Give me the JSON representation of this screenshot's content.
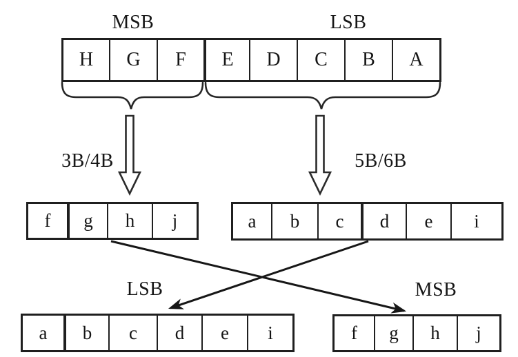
{
  "labels": {
    "top_msb": "MSB",
    "top_lsb": "LSB",
    "enc_3b4b": "3B/4B",
    "enc_5b6b": "5B/6B",
    "bottom_lsb": "LSB",
    "bottom_msb": "MSB"
  },
  "rows": {
    "source_byte": [
      "H",
      "G",
      "F",
      "E",
      "D",
      "C",
      "B",
      "A"
    ],
    "msb_group_3b": [
      "f",
      "g",
      "h",
      "j"
    ],
    "lsb_group_5b": [
      "a",
      "b",
      "c",
      "d",
      "e",
      "i"
    ],
    "output_lsb_6b": [
      "a",
      "b",
      "c",
      "d",
      "e",
      "i"
    ],
    "output_msb_4b": [
      "f",
      "g",
      "h",
      "j"
    ]
  },
  "colors": {
    "ink": "#1a1a1a",
    "line": "#1f1f1f",
    "background": "#ffffff"
  }
}
